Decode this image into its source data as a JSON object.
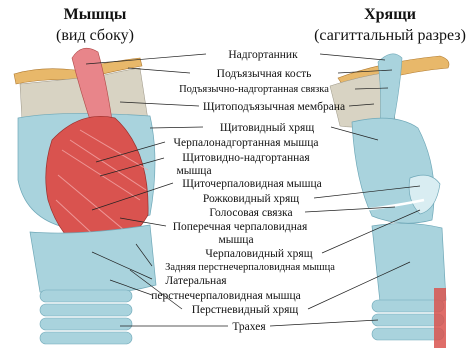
{
  "titles": {
    "left_title": "Мышцы",
    "left_subtitle": "(вид сбоку)",
    "right_title": "Хрящи",
    "right_subtitle": "(сагиттальный разрез)"
  },
  "labels": {
    "epiglottis": "Надгортанник",
    "hyoid": "Подъязычная кость",
    "hyoepiglottic_lig": "Подъязычно-надгортанная связка",
    "thyrohyoid_membrane": "Щитоподъязычная мембрана",
    "thyroid_cartilage": "Щитовидный хрящ",
    "aryepiglottic_1": "Черпалонадгортанная мышца",
    "thyroepiglottic_1": "Щитовидно-надгортанная",
    "thyroepiglottic_2": "мышца",
    "thyroarytenoid": "Щиточерпаловидная мышца",
    "corniculate": "Рожковидный хрящ",
    "vocal_lig": "Голосовая связка",
    "transverse_1": "Поперечная черпаловидная",
    "transverse_2": "мышца",
    "arytenoid_cart": "Черпаловидный хрящ",
    "posterior_crico": "Задняя перстнечерпаловидная мышца",
    "lateral_1": "Латеральная",
    "lateral_2": "перстнечерпаловидная мышца",
    "cricoid": "Перстневидный хрящ",
    "trachea": "Трахея"
  },
  "colors": {
    "cartilage": "#a9d3dd",
    "cartilage_dark": "#6fa8b8",
    "muscle": "#d9534f",
    "muscle_light": "#e8858a",
    "bone": "#e8b86a",
    "membrane": "#d8d3c3"
  }
}
